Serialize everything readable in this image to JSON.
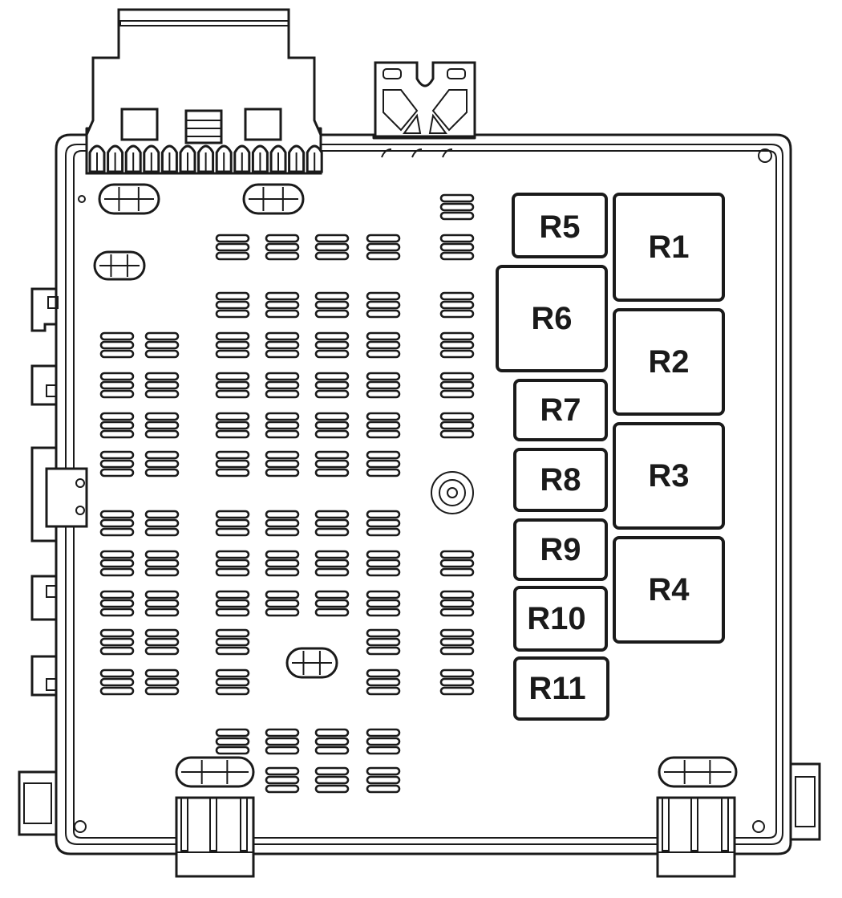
{
  "colors": {
    "line": "#1a1a1a",
    "background": "#ffffff"
  },
  "relays": [
    {
      "id": "r5",
      "label": "R5"
    },
    {
      "id": "r1",
      "label": "R1"
    },
    {
      "id": "r6",
      "label": "R6"
    },
    {
      "id": "r2",
      "label": "R2"
    },
    {
      "id": "r7",
      "label": "R7"
    },
    {
      "id": "r3",
      "label": "R3"
    },
    {
      "id": "r8",
      "label": "R8"
    },
    {
      "id": "r9",
      "label": "R9"
    },
    {
      "id": "r4",
      "label": "R4"
    },
    {
      "id": "r10",
      "label": "R10"
    },
    {
      "id": "r11",
      "label": "R11"
    }
  ]
}
